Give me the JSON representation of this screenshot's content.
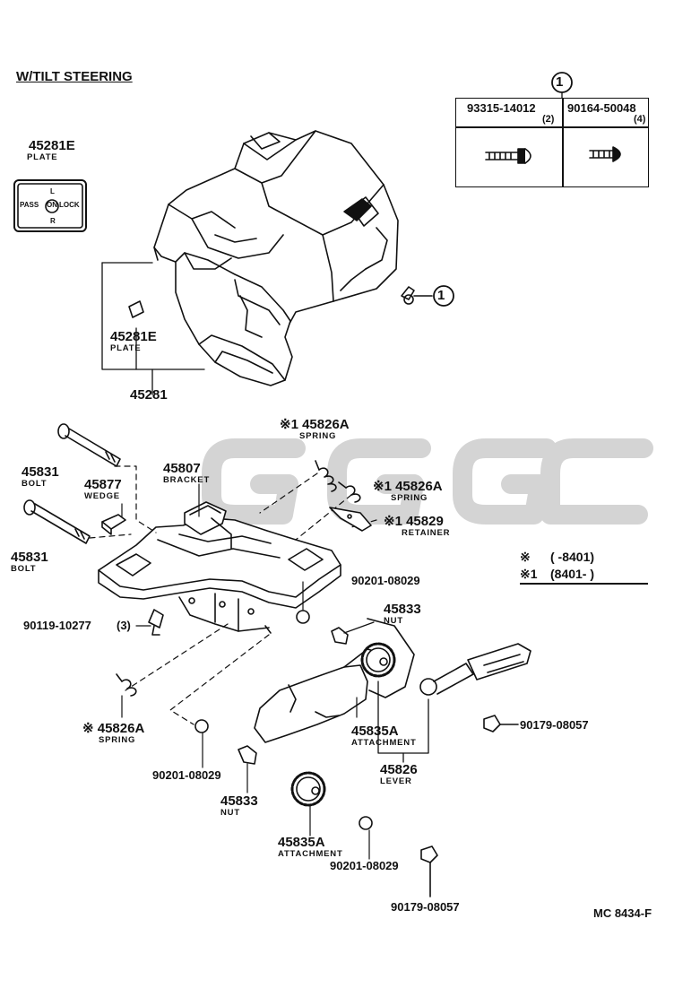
{
  "title": "W/TILT STEERING",
  "legend": {
    "row1_mark": "※",
    "row1_text": "(      -8401)",
    "row2_mark": "※1",
    "row2_text": "(8401-        )"
  },
  "fastener_table": {
    "ref_mark": "①",
    "col1": {
      "part_no": "93315-14012",
      "qty": "(2)",
      "icon": "screw-icon"
    },
    "col2": {
      "part_no": "90164-50048",
      "qty": "(4)",
      "icon": "screw-icon"
    }
  },
  "plate_symbol": {
    "passenger": "PASS",
    "lock": "LOCK",
    "on": "ON",
    "top": "L",
    "bottom": "R"
  },
  "callouts": {
    "plate_top": {
      "part_no": "45281E",
      "name": "PLATE"
    },
    "plate_mid": {
      "part_no": "45281E",
      "name": "PLATE"
    },
    "cover": {
      "part_no": "45281"
    },
    "ref_circle": "①",
    "spring_top": {
      "part_no": "※1 45826A",
      "name": "SPRING"
    },
    "spring_mid": {
      "part_no": "※1 45826A",
      "name": "SPRING"
    },
    "retainer": {
      "part_no": "※1 45829",
      "name": "RETAINER"
    },
    "bolt_upper": {
      "part_no": "45831",
      "name": "BOLT"
    },
    "bolt_lower": {
      "part_no": "45831",
      "name": "BOLT"
    },
    "bracket": {
      "part_no": "45807",
      "name": "BRACKET"
    },
    "wedge": {
      "part_no": "45877",
      "name": "WEDGE"
    },
    "washer_upper": {
      "part_no": "90201-08029"
    },
    "nut_upper": {
      "part_no": "45833",
      "name": "NUT"
    },
    "bolt_small": {
      "part_no": "90119-10277",
      "qty": "(3)"
    },
    "spring_low": {
      "part_no": "※ 45826A",
      "name": "SPRING"
    },
    "attachment_upper": {
      "part_no": "45835A",
      "name": "ATTACHMENT"
    },
    "nut_right": {
      "part_no": "90179-08057"
    },
    "lever": {
      "part_no": "45826",
      "name": "LEVER"
    },
    "washer_mid": {
      "part_no": "90201-08029"
    },
    "nut_lower": {
      "part_no": "45833",
      "name": "NUT"
    },
    "attachment_lower": {
      "part_no": "45835A",
      "name": "ATTACHMENT"
    },
    "washer_lower": {
      "part_no": "90201-08029"
    },
    "nut_bottom": {
      "part_no": "90179-08057"
    }
  },
  "diagram_code": "MC 8434-F",
  "colors": {
    "ink": "#111111",
    "watermark": "#d4d4d4"
  }
}
